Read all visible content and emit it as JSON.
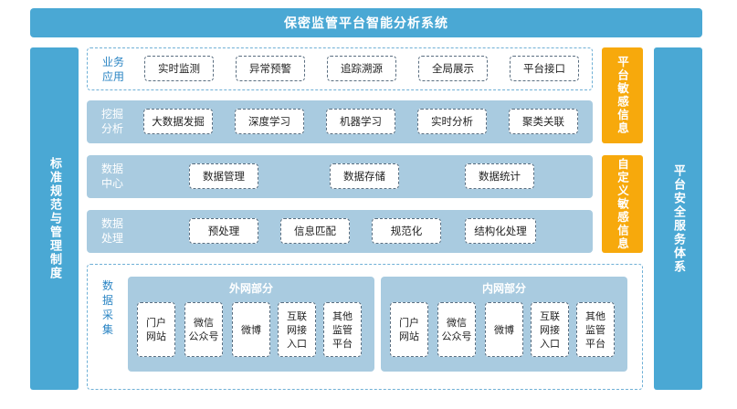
{
  "banner": "保密监管平台智能分析系统",
  "left_sidebar": "标准规范与管理制度",
  "right_sidebar": "平台安全服务体系",
  "orange_top": "平台敏感信息",
  "orange_bottom": "自定义敏感信息",
  "rows": [
    {
      "label1": "业务",
      "label2": "应用",
      "items": [
        "实时监测",
        "异常预警",
        "追踪溯源",
        "全局展示",
        "平台接口"
      ]
    },
    {
      "label1": "挖掘",
      "label2": "分析",
      "items": [
        "大数据发掘",
        "深度学习",
        "机器学习",
        "实时分析",
        "聚类关联"
      ]
    },
    {
      "label1": "数据",
      "label2": "中心",
      "items": [
        "数据管理",
        "数据存储",
        "数据统计"
      ]
    },
    {
      "label1": "数据",
      "label2": "处理",
      "items": [
        "预处理",
        "信息匹配",
        "规范化",
        "结构化处理"
      ]
    }
  ],
  "collection": {
    "label": "数据采集",
    "groups": [
      {
        "title": "外网部分",
        "items": [
          "门户网站",
          "微信公众号",
          "微博",
          "互联网接入口",
          "其他监管平台"
        ]
      },
      {
        "title": "内网部分",
        "items": [
          "门户网站",
          "微信公众号",
          "微博",
          "互联网接入口",
          "其他监管平台"
        ]
      }
    ]
  }
}
